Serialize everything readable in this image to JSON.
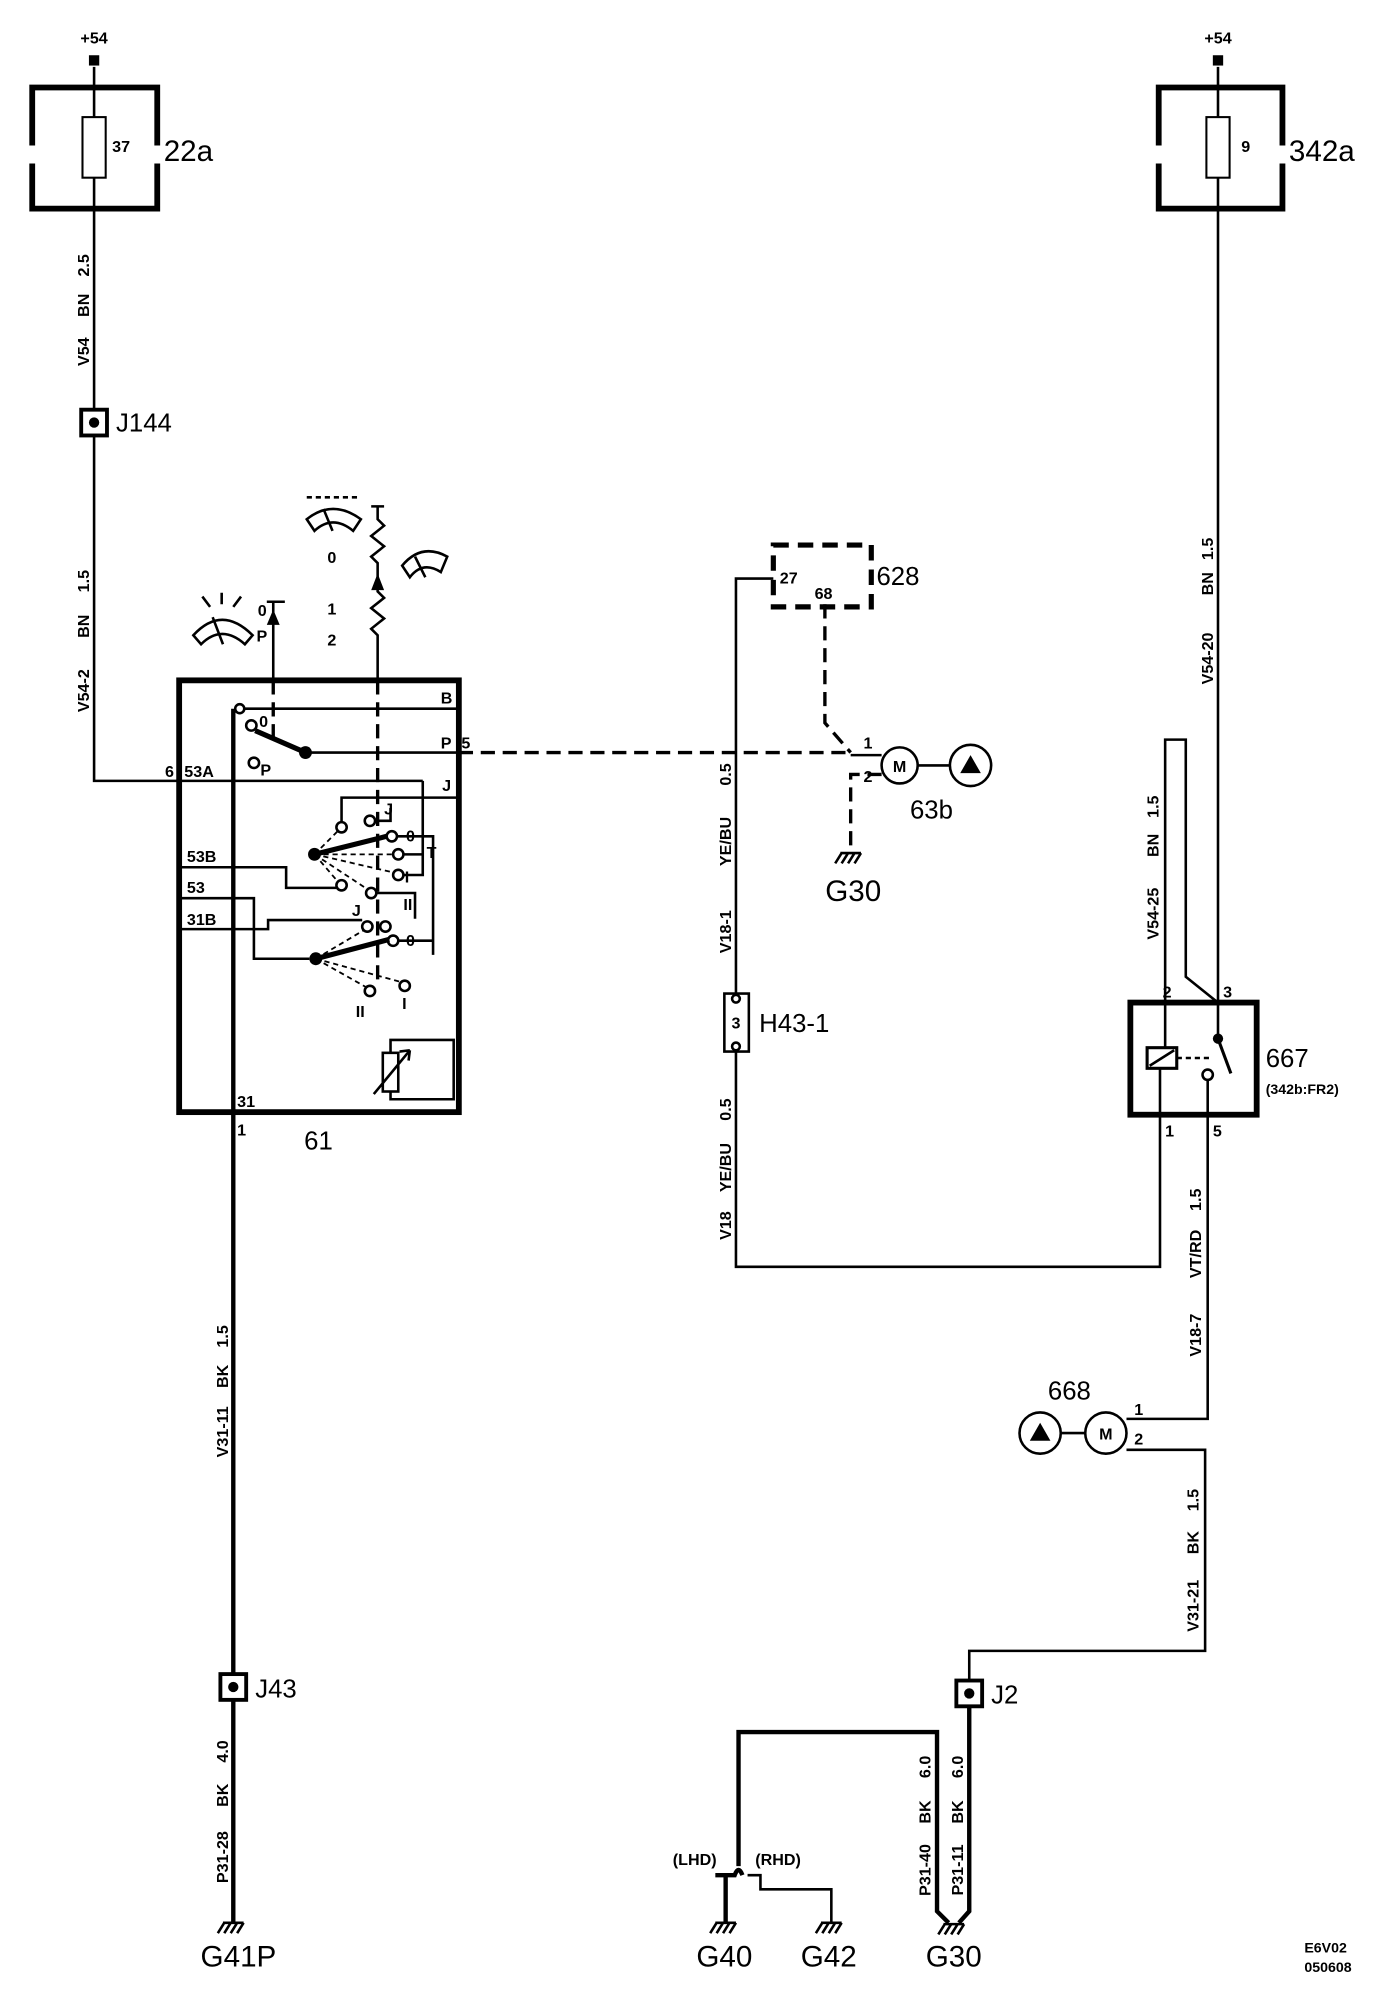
{
  "fuse_left": {
    "supply": "+54",
    "fuse": "37",
    "label": "22a"
  },
  "fuse_right": {
    "supply": "+54",
    "fuse": "9",
    "label": "342a"
  },
  "wire_labels": {
    "v54": {
      "circuit": "V54",
      "color": "BN",
      "size": "2.5"
    },
    "v54_2": {
      "circuit": "V54-2",
      "color": "BN",
      "size": "1.5"
    },
    "v31_11": {
      "circuit": "V31-11",
      "color": "BK",
      "size": "1.5"
    },
    "p31_28": {
      "circuit": "P31-28",
      "color": "BK",
      "size": "4.0"
    },
    "v18_1": {
      "circuit": "V18-1",
      "color": "YE/BU",
      "size": "0.5"
    },
    "v18": {
      "circuit": "V18",
      "color": "YE/BU",
      "size": "0.5"
    },
    "v54_20": {
      "circuit": "V54-20",
      "color": "BN",
      "size": "1.5"
    },
    "v54_25": {
      "circuit": "V54-25",
      "color": "BN",
      "size": "1.5"
    },
    "v18_7": {
      "circuit": "V18-7",
      "color": "VT/RD",
      "size": "1.5"
    },
    "v31_21": {
      "circuit": "V31-21",
      "color": "BK",
      "size": "1.5"
    },
    "p31_11": {
      "circuit": "P31-11",
      "color": "BK",
      "size": "6.0"
    },
    "p31_40": {
      "circuit": "P31-40",
      "color": "BK",
      "size": "6.0"
    }
  },
  "junctions": {
    "j144": "J144",
    "j43": "J43",
    "j2": "J2"
  },
  "switch_61": {
    "label": "61",
    "washer_positions": [
      "0",
      "P"
    ],
    "wiper_positions": [
      "0",
      "1",
      "2"
    ],
    "pins": {
      "b": "B",
      "p": "P",
      "p_no": "5",
      "a53_no": "6",
      "a53": "53A",
      "j": "J",
      "b53": "53B",
      "t53": "53",
      "b31": "31B",
      "t31": "31",
      "t31_no": "1"
    },
    "contacts_upper": {
      "c0": "0",
      "cp": "P"
    },
    "contacts_mid": {
      "j": "J",
      "c0": "0",
      "t": "T",
      "i": "I",
      "ii": "II"
    },
    "contacts_lower": {
      "j": "J",
      "c0": "0",
      "i": "I",
      "ii": "II"
    }
  },
  "module_628": {
    "label": "628",
    "pin_a": "27",
    "pin_b": "68"
  },
  "motor_63b": {
    "label": "63b",
    "symbol": "M",
    "pin_1": "1",
    "pin_2": "2"
  },
  "connector_h43_1": {
    "label": "H43-1",
    "pin": "3"
  },
  "relay_667": {
    "label": "667",
    "note": "(342b:FR2)",
    "pin_2": "2",
    "pin_3": "3",
    "pin_1": "1",
    "pin_5": "5"
  },
  "motor_668": {
    "label": "668",
    "symbol": "M",
    "pin_1": "1",
    "pin_2": "2"
  },
  "grounds": {
    "g41p": "G41P",
    "g30_top": "G30",
    "g40": "G40",
    "g42": "G42",
    "g30_bottom": "G30"
  },
  "drive_side": {
    "lhd": "(LHD)",
    "rhd": "(RHD)"
  },
  "drawing_code": {
    "code": "E6V02",
    "date": "050608"
  }
}
